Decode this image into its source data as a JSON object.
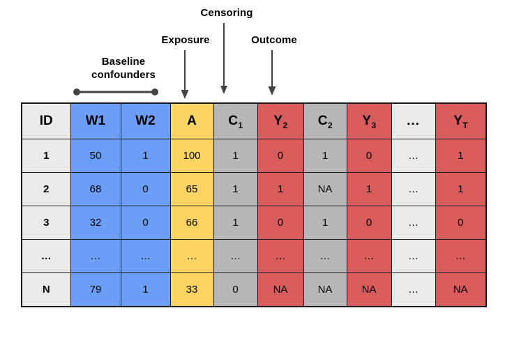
{
  "annotations": {
    "baseline_confounders": "Baseline\nconfounders",
    "exposure": "Exposure",
    "censoring": "Censoring",
    "outcome": "Outcome"
  },
  "table": {
    "columns": [
      {
        "key": "id",
        "label": "ID",
        "sub": "",
        "color": "#EAEAEA",
        "role": "identifier"
      },
      {
        "key": "w1",
        "label": "W1",
        "sub": "",
        "color": "#6D9EF7",
        "role": "baseline-confounder"
      },
      {
        "key": "w2",
        "label": "W2",
        "sub": "",
        "color": "#6D9EF7",
        "role": "baseline-confounder"
      },
      {
        "key": "a",
        "label": "A",
        "sub": "",
        "color": "#FCD462",
        "role": "exposure"
      },
      {
        "key": "c1",
        "label": "C",
        "sub": "1",
        "color": "#B7B7B7",
        "role": "censoring"
      },
      {
        "key": "y2",
        "label": "Y",
        "sub": "2",
        "color": "#D95C5C",
        "role": "outcome"
      },
      {
        "key": "c2",
        "label": "C",
        "sub": "2",
        "color": "#B7B7B7",
        "role": "censoring"
      },
      {
        "key": "y3",
        "label": "Y",
        "sub": "3",
        "color": "#D95C5C",
        "role": "outcome"
      },
      {
        "key": "dots",
        "label": "...",
        "sub": "",
        "color": "#EAEAEA",
        "role": "continuation"
      },
      {
        "key": "yt",
        "label": "Y",
        "sub": "T",
        "color": "#D95C5C",
        "role": "outcome"
      }
    ],
    "rows": [
      {
        "id": "1",
        "w1": "50",
        "w2": "1",
        "a": "100",
        "c1": "1",
        "y2": "0",
        "c2": "1",
        "y3": "0",
        "dots": "…",
        "yt": "1"
      },
      {
        "id": "2",
        "w1": "68",
        "w2": "0",
        "a": "65",
        "c1": "1",
        "y2": "1",
        "c2": "NA",
        "y3": "1",
        "dots": "…",
        "yt": "1"
      },
      {
        "id": "3",
        "w1": "32",
        "w2": "0",
        "a": "66",
        "c1": "1",
        "y2": "0",
        "c2": "1",
        "y3": "0",
        "dots": "…",
        "yt": "0"
      },
      {
        "id": "…",
        "w1": "…",
        "w2": "…",
        "a": "…",
        "c1": "…",
        "y2": "…",
        "c2": "…",
        "y3": "…",
        "dots": "…",
        "yt": "…"
      },
      {
        "id": "N",
        "w1": "79",
        "w2": "1",
        "a": "33",
        "c1": "0",
        "y2": "NA",
        "c2": "NA",
        "y3": "NA",
        "dots": "…",
        "yt": "NA"
      }
    ]
  },
  "colors": {
    "baseline_blue": "#6D9EF7",
    "exposure_yellow": "#FCD462",
    "censoring_gray": "#B7B7B7",
    "outcome_red": "#D95C5C",
    "neutral_light": "#EAEAEA",
    "border_dark": "#1A1A1A",
    "arrow_gray": "#434343",
    "background": "#FFFFFF"
  }
}
